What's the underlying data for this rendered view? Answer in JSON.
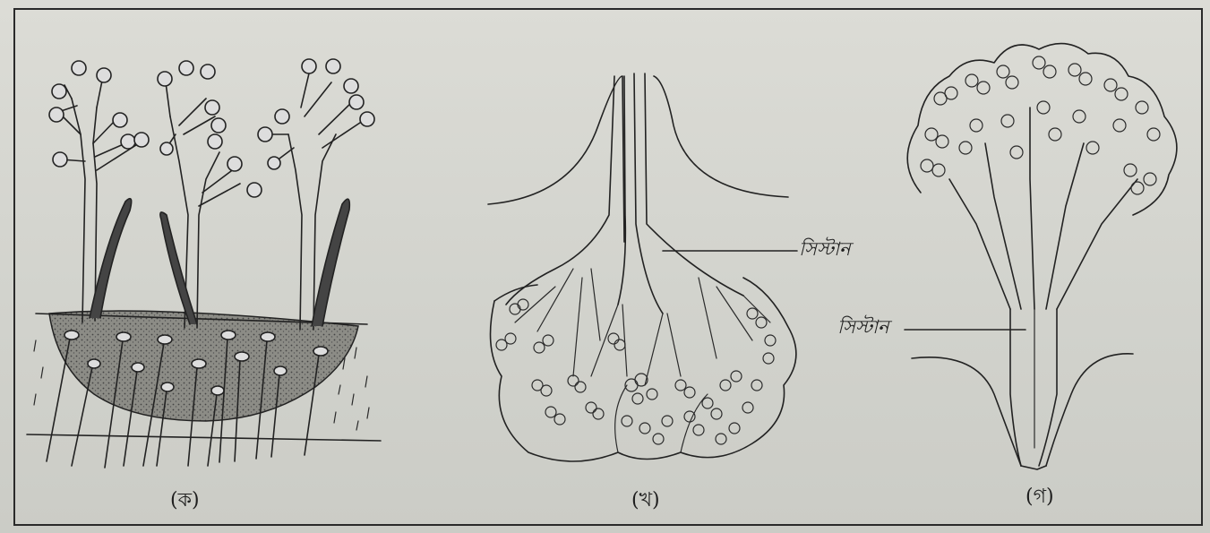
{
  "figures": [
    {
      "caption": "(ক)"
    },
    {
      "caption": "(খ)",
      "callout": "সিস্টান"
    },
    {
      "caption": "(গ)",
      "callout": "সিস্টান"
    }
  ],
  "colors": {
    "ink": "#222222",
    "paper": "#d7d7d1",
    "stipple": "#6a6a64"
  }
}
